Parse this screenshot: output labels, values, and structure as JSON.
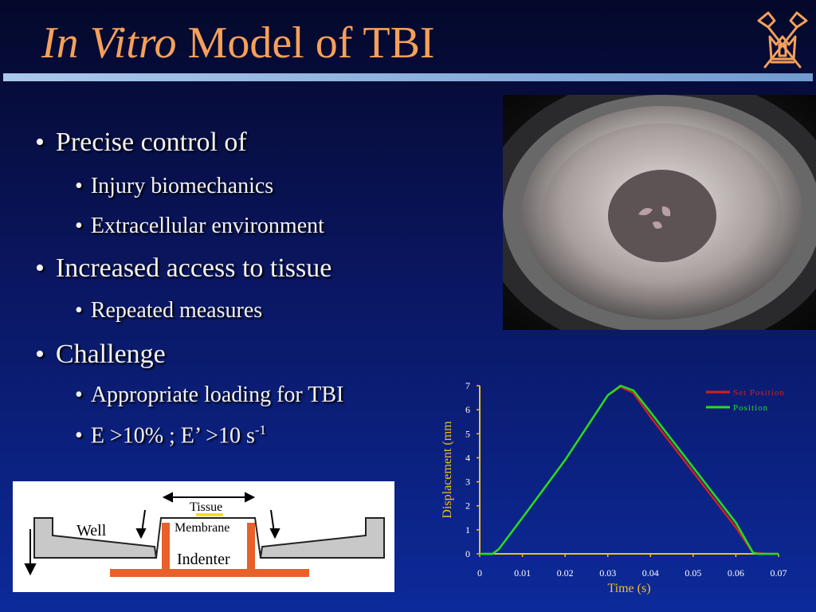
{
  "slide": {
    "title_italic": "In Vitro",
    "title_rest": "Model of TBI"
  },
  "bullets": {
    "b1": "Precise control of",
    "b1_sub1": "Injury biomechanics",
    "b1_sub2": "Extracellular environment",
    "b2": "Increased access to tissue",
    "b2_sub1": "Repeated measures",
    "b3": "Challenge",
    "b3_sub1": "Appropriate loading for TBI",
    "b3_sub2_main": "E >10% ;  E’ >10 s",
    "b3_sub2_sup": "-1"
  },
  "diagram": {
    "label_tissue": "Tissue",
    "label_membrane": "Membrane",
    "label_well": "Well",
    "label_indenter": "Indenter"
  },
  "colors": {
    "background_top": "#04082a",
    "background_bottom": "#0c2a9a",
    "title": "#f5a05a",
    "axis": "#f0c020",
    "set_position": "#d02020",
    "position": "#20e020",
    "indenter": "#e8602a"
  },
  "chart_data": {
    "type": "line",
    "xlabel": "Time (s)",
    "ylabel": "Displacement (mm",
    "xlim": [
      0,
      0.07
    ],
    "ylim": [
      0,
      7
    ],
    "xticks": [
      "0",
      "0.01",
      "0.02",
      "0.03",
      "0.04",
      "0.05",
      "0.06",
      "0.07"
    ],
    "yticks": [
      "0",
      "1",
      "2",
      "3",
      "4",
      "5",
      "6",
      "7"
    ],
    "legend_position": "top-right",
    "series": [
      {
        "name": "Set Position",
        "color": "#d02020",
        "x": [
          0,
          0.003,
          0.0045,
          0.01,
          0.02,
          0.03,
          0.033,
          0.036,
          0.04,
          0.05,
          0.06,
          0.064,
          0.067,
          0.07
        ],
        "y": [
          0,
          0,
          0.2,
          1.5,
          3.9,
          6.6,
          6.95,
          6.7,
          5.7,
          3.4,
          1.1,
          0.05,
          0,
          0
        ]
      },
      {
        "name": "Position",
        "color": "#20e020",
        "x": [
          0,
          0.003,
          0.0045,
          0.01,
          0.02,
          0.03,
          0.033,
          0.036,
          0.04,
          0.05,
          0.06,
          0.064,
          0.065,
          0.07
        ],
        "y": [
          0,
          0,
          0.2,
          1.5,
          3.9,
          6.6,
          7.0,
          6.8,
          5.9,
          3.6,
          1.3,
          0.05,
          0,
          0
        ]
      }
    ]
  }
}
